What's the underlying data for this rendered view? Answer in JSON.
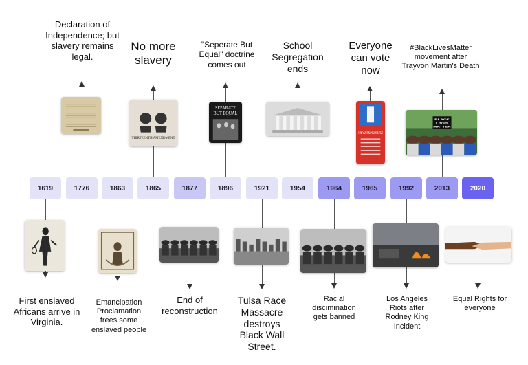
{
  "colors": {
    "year_light": "#e3e3f8",
    "year_mid": "#c9c8f5",
    "year_strong": "#9d9af2",
    "year_accent": "#6a63f0",
    "line": "#555555"
  },
  "timeline": [
    {
      "year": "1619",
      "shade": "light",
      "caption": "First enslaved Africans arrive in Virginia.",
      "side": "below",
      "icon": "enslaved-man-engraving"
    },
    {
      "year": "1776",
      "shade": "light",
      "caption": "Declaration of Independence; but slavery remains legal.",
      "side": "above",
      "icon": "declaration-document"
    },
    {
      "year": "1863",
      "shade": "light",
      "caption": "Emancipation Proclamation frees some enslaved people",
      "side": "below",
      "icon": "emancipation-poster"
    },
    {
      "year": "1865",
      "shade": "light",
      "caption": "No more slavery",
      "side": "above",
      "icon": "thirteenth-amendment-print"
    },
    {
      "year": "1877",
      "shade": "mid",
      "caption": "End of reconstruction",
      "side": "below",
      "icon": "reconstruction-photo"
    },
    {
      "year": "1896",
      "shade": "light",
      "caption": "\"Seperate But Equal\" doctrine comes out",
      "side": "above",
      "icon": "separate-but-equal-book"
    },
    {
      "year": "1921",
      "shade": "light",
      "caption": "Tulsa Race Massacre destroys Black Wall Street.",
      "side": "below",
      "icon": "tulsa-ruins-photo"
    },
    {
      "year": "1954",
      "shade": "light",
      "caption": "School Segregation ends",
      "side": "above",
      "icon": "supreme-court-photo"
    },
    {
      "year": "1964",
      "shade": "strong",
      "caption": "Racial discimination gets banned",
      "side": "below",
      "icon": "civil-rights-signing-photo"
    },
    {
      "year": "1965",
      "shade": "strong",
      "caption": "Everyone can vote now",
      "side": "above",
      "icon": "voting-rights-poster"
    },
    {
      "year": "1992",
      "shade": "strong",
      "caption": "Los Angeles Riots after Rodney King Incident",
      "side": "below",
      "icon": "la-riots-photo"
    },
    {
      "year": "2013",
      "shade": "strong",
      "caption": "#BlackLivesMatter movement after Trayvon Martin's Death",
      "side": "above",
      "icon": "blm-protest-photo"
    },
    {
      "year": "2020",
      "shade": "accent",
      "caption": "Equal Rights for everyone",
      "side": "below",
      "icon": "handshake-photo"
    }
  ],
  "image_texts": {
    "separate_book": [
      "SEPARATE",
      "BUT EQUAL"
    ],
    "thirteenth": "THIRTEENTH AMENDMENT",
    "blm_sign": [
      "BLACK",
      "LIVES",
      "MATTER"
    ],
    "voting_poster": "THE VOTING RIGHTS ACT"
  }
}
